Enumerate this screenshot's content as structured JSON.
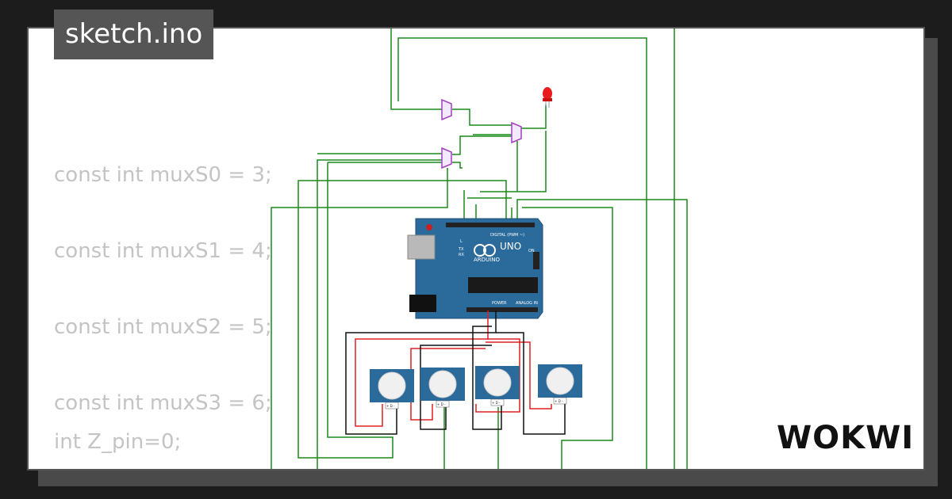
{
  "title": "sketch.ino",
  "code_lines": [
    "const int muxS0 = 3;",
    "const int muxS1 = 4;",
    "const int muxS2 = 5;",
    "const int muxS3 = 6;",
    "int Z_pin=0;"
  ],
  "board": {
    "model": "UNO",
    "brand": "ARDUINO",
    "digital_label": "DIGITAL (PWM ~)",
    "power_label": "POWER",
    "analog_label": "ANALOG IN",
    "on_label": "ON",
    "tx_label": "TX",
    "rx_label": "RX",
    "l_label": "L"
  },
  "sensor_pin_label": "+ D -",
  "brand_logo": "WOKWI",
  "colors": {
    "wire_green": "#1a8a1a",
    "wire_red": "#e02020",
    "wire_black": "#111111",
    "board_blue": "#2a6b9c",
    "led_red": "#e81c1c",
    "mux_purple": "#a040c0"
  }
}
